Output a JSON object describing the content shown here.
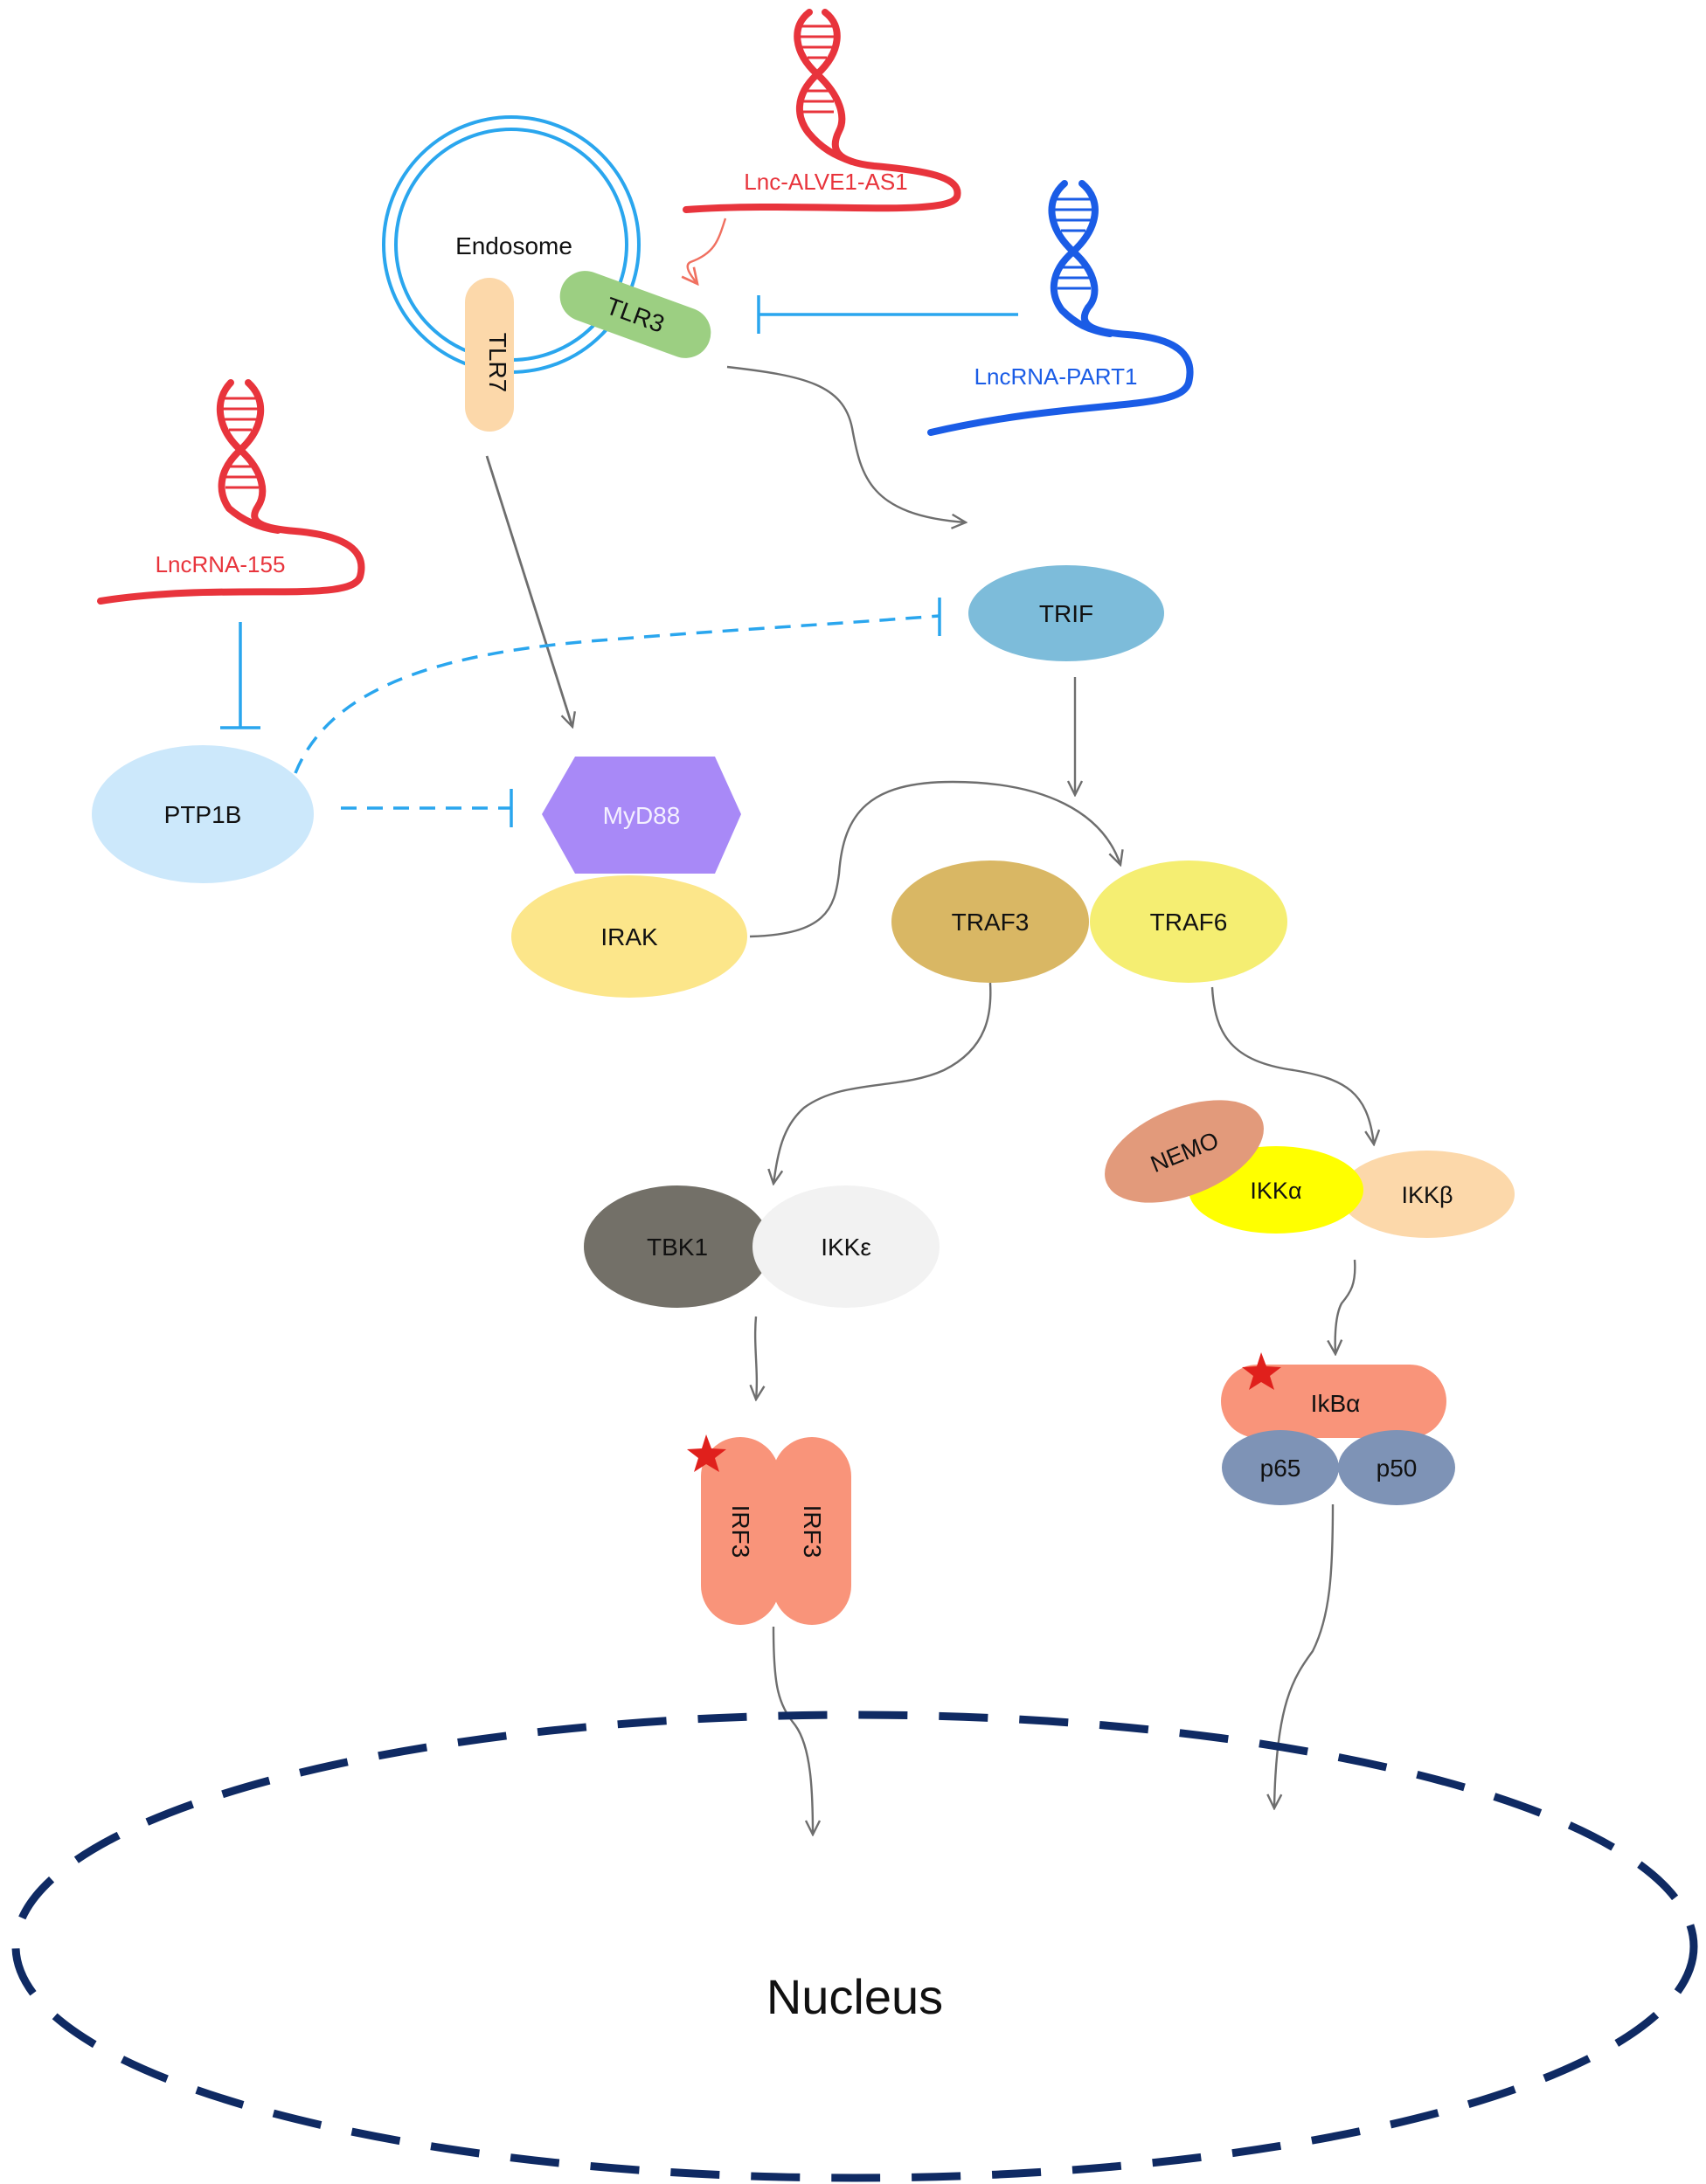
{
  "colors": {
    "lnc_red": "#e8343c",
    "lnc_blue": "#1a5ce6",
    "endosome_ring": "#2aa6ee",
    "inhibit_blue": "#2aa6ee",
    "activate_gray": "#6e6e6e",
    "nucleus_border": "#0f2a63",
    "phospho_star": "#e0201c"
  },
  "lncrnas": [
    {
      "label": "Lnc-ALVE1-AS1",
      "color": "#e8343c"
    },
    {
      "label": "LncRNA-PART1",
      "color": "#1a5ce6"
    },
    {
      "label": "LncRNA-155",
      "color": "#e8343c"
    }
  ],
  "compartments": {
    "endosome": "Endosome",
    "nucleus": "Nucleus"
  },
  "nodes": {
    "tlr7": {
      "label": "TLR7",
      "fill": "#fcd8aa"
    },
    "tlr3": {
      "label": "TLR3",
      "fill": "#9ccf82"
    },
    "trif": {
      "label": "TRIF",
      "fill": "#7dbcda"
    },
    "ptp1b": {
      "label": "PTP1B",
      "fill": "#cce8fb"
    },
    "myd88": {
      "label": "MyD88",
      "fill": "#a889f7"
    },
    "irak": {
      "label": "IRAK",
      "fill": "#fce68a"
    },
    "traf3": {
      "label": "TRAF3",
      "fill": "#d9b764"
    },
    "traf6": {
      "label": "TRAF6",
      "fill": "#f5ee72"
    },
    "nemo": {
      "label": "NEMO",
      "fill": "#e29a7b"
    },
    "ikka": {
      "label": "IKKα",
      "fill": "#ffff00"
    },
    "ikkb": {
      "label": "IKKβ",
      "fill": "#fcd8aa"
    },
    "tbk1": {
      "label": "TBK1",
      "fill": "#737068"
    },
    "ikke": {
      "label": "IKKε",
      "fill": "#f2f2f2"
    },
    "irf3a": {
      "label": "IRF3",
      "fill": "#f9947a"
    },
    "irf3b": {
      "label": "IRF3",
      "fill": "#f9947a"
    },
    "ikba": {
      "label": "IkBα",
      "fill": "#f9947a"
    },
    "p65": {
      "label": "p65",
      "fill": "#7e93b6"
    },
    "p50": {
      "label": "p50",
      "fill": "#7e93b6"
    }
  }
}
